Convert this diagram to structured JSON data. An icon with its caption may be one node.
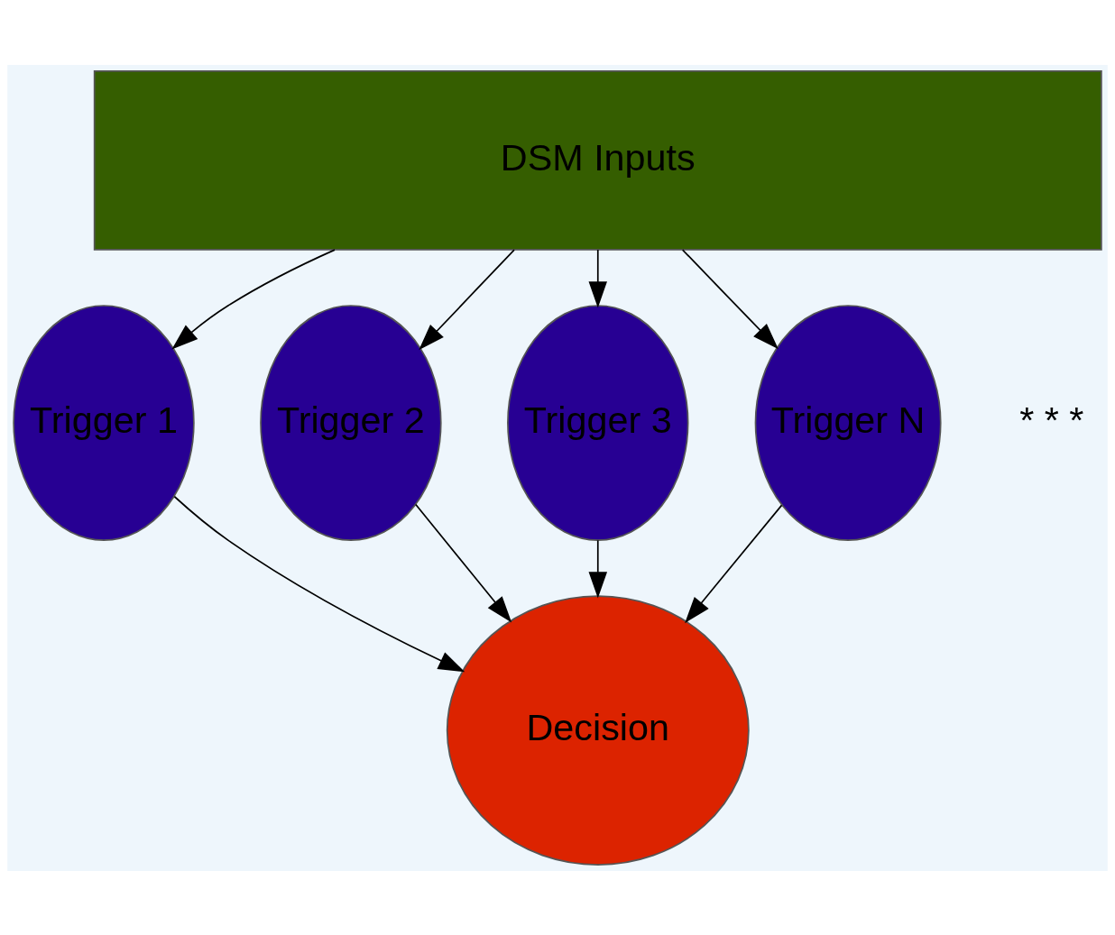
{
  "diagram": {
    "nodes": [
      {
        "text": [
          "DSM Inputs"
        ]
      },
      {
        "text": [
          "Trigger 1"
        ]
      },
      {
        "text": [
          "Trigger 2"
        ]
      },
      {
        "text": [
          "Trigger 3"
        ]
      },
      {
        "text": [
          "Trigger N"
        ]
      },
      {
        "text": [
          "Decision"
        ]
      }
    ],
    "edges": [
      {
        "from": 0,
        "to": 1,
        "arrow": "to"
      },
      {
        "from": 0,
        "to": 2,
        "arrow": "to"
      },
      {
        "from": 0,
        "to": 3,
        "arrow": "to"
      },
      {
        "from": 0,
        "to": 4,
        "arrow": "to"
      },
      {
        "from": 1,
        "to": 5,
        "arrow": "to"
      },
      {
        "from": 2,
        "to": 5,
        "arrow": "to"
      },
      {
        "from": 3,
        "to": 5,
        "arrow": "to"
      },
      {
        "from": 4,
        "to": 5,
        "arrow": "to"
      }
    ],
    "labels": [
      "* * *"
    ]
  }
}
